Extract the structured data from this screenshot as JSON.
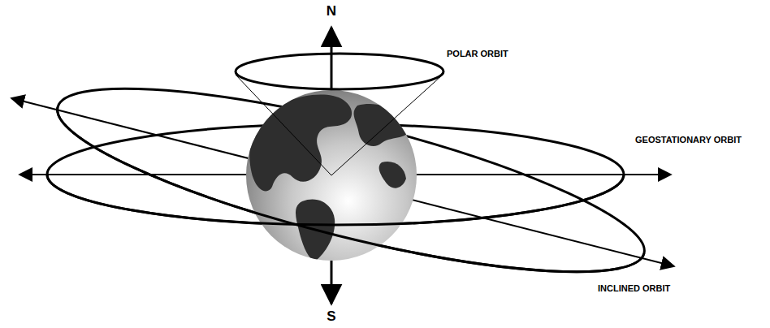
{
  "diagram": {
    "labels": [
      "N",
      "POLAR ORBIT",
      "GEOSTATIONARY ORBIT",
      "INCLINED ORBIT",
      "S"
    ]
  }
}
